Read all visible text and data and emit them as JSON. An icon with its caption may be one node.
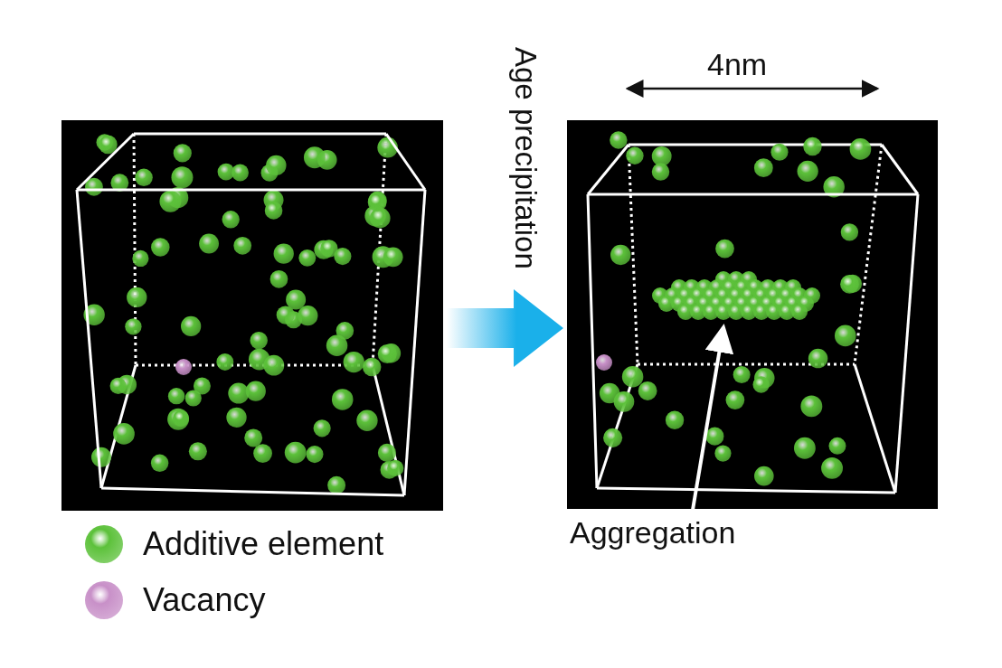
{
  "diagram": {
    "nodes": [
      {
        "text": [],
        "shape": "picture"
      },
      {
        "text": [],
        "shape": "picture"
      },
      {
        "text": [],
        "shape": "picture",
        "in": 1
      },
      {
        "text": [
          "Aggregation"
        ]
      }
    ],
    "edges": [
      {
        "from": 0,
        "to": 1,
        "arrow": "to",
        "label": "Age precipitation",
        "style": "thick",
        "color": "#1ab0ea"
      },
      {
        "from": 3,
        "to": 2,
        "arrow": "to",
        "color": "#ffffff"
      }
    ],
    "labels": [
      "4nm"
    ],
    "legend": [
      {
        "text": "Additive element",
        "color": "#5cc13a"
      },
      {
        "text": "Vacancy",
        "color": "#c890c8"
      }
    ]
  }
}
